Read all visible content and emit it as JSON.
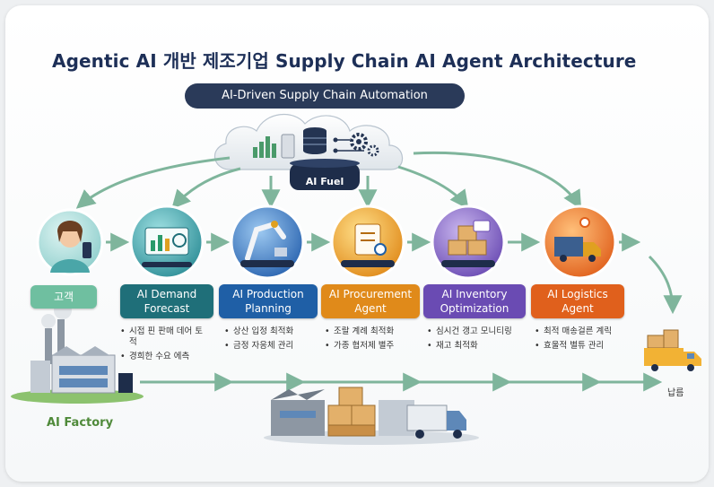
{
  "title": "Agentic AI 개반 제조기업 Supply Chain AI Agent Architecture",
  "subtitle": "AI-Driven Supply Chain Automation",
  "cloud": {
    "label": "AI Fuel",
    "icons": [
      "bar-chart-icon",
      "database-icon",
      "gear-icon"
    ]
  },
  "customer": {
    "label": "고객",
    "icon": "smartphone-person-icon"
  },
  "agents": [
    {
      "id": "demand-forecast",
      "label_line1": "AI Demand",
      "label_line2": "Forecast",
      "color": "#1f6f79",
      "icon": "analytics-screen-icon",
      "bullets": [
        "시접 핀 판매 데어 토적",
        "경희한 수요 에측"
      ]
    },
    {
      "id": "production-planning",
      "label_line1": "AI Production",
      "label_line2": "Planning",
      "color": "#1f5fa6",
      "icon": "robot-arm-icon",
      "bullets": [
        "상산 입정 최적화",
        "금정 자응체 관리"
      ]
    },
    {
      "id": "procurement-agent",
      "label_line1": "AI Procurement",
      "label_line2": "Agent",
      "color": "#e08a1a",
      "icon": "clipboard-icon",
      "bullets": [
        "조랄 계례 최적화",
        "가종 협저제 별주"
      ]
    },
    {
      "id": "inventory-optimization",
      "label_line1": "AI Inventory",
      "label_line2": "Optimization",
      "color": "#6a4bb3",
      "icon": "boxes-icon",
      "bullets": [
        "심시건 갱고 모니티링",
        "재고 최적화"
      ]
    },
    {
      "id": "logistics-agent",
      "label_line1": "AI Logistics",
      "label_line2": "Agent",
      "color": "#e0601c",
      "icon": "truck-icon",
      "bullets": [
        "최적 매송걸른 계릭",
        "효울적 별튜 관리"
      ]
    }
  ],
  "factory": {
    "label": "AI Factory"
  },
  "delivery": {
    "label": "납름"
  }
}
